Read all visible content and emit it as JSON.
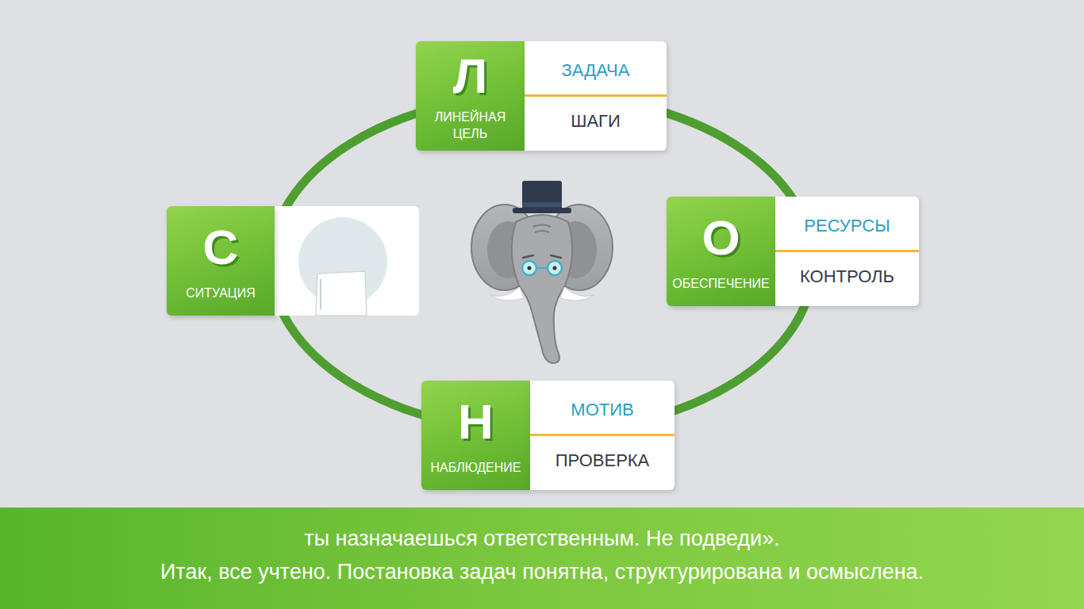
{
  "diagram": {
    "nodes": [
      {
        "text": [
          "Л",
          "ЛИНЕЙНАЯ ЦЕЛЬ"
        ]
      },
      {
        "text": [
          "ЗАДАЧА",
          "ШАГИ"
        ]
      },
      {
        "text": [
          "С",
          "СИТУАЦИЯ"
        ]
      },
      {
        "text": [
          "О",
          "ОБЕСПЕЧЕНИЕ"
        ]
      },
      {
        "text": [
          "РЕСУРСЫ",
          "КОНТРОЛЬ"
        ]
      },
      {
        "text": [
          "Н",
          "НАБЛЮДЕНИЕ"
        ]
      },
      {
        "text": [
          "МОТИВ",
          "ПРОВЕРКА"
        ]
      }
    ],
    "labels": [
      "ты назначаешься ответственным. Не подведи».",
      "Итак, все учтено. Постановка задач понятна, структурирована и осмыслена."
    ]
  }
}
